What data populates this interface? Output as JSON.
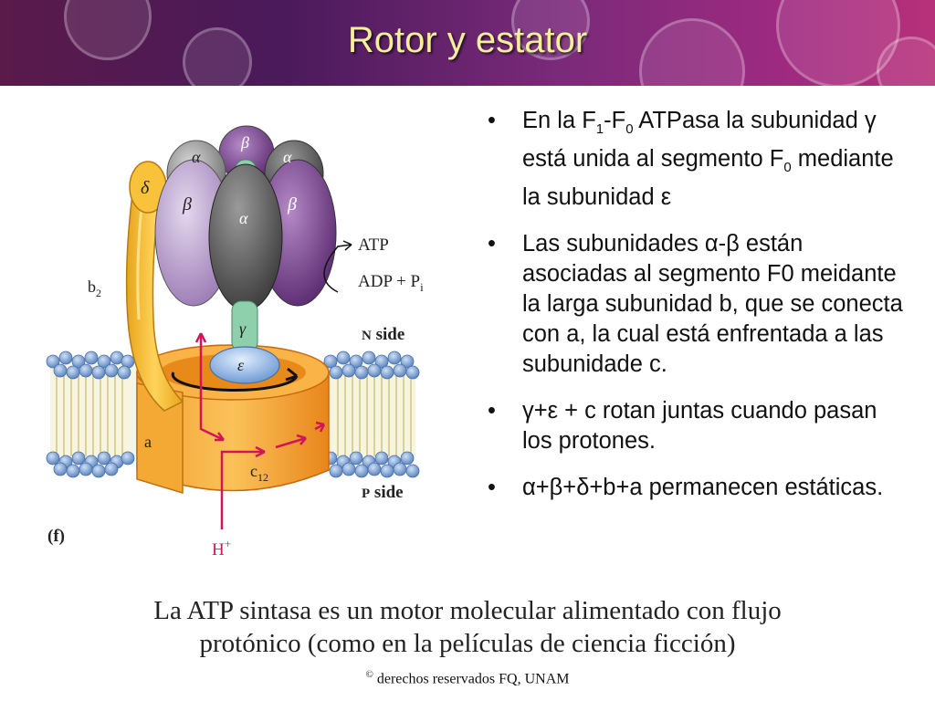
{
  "title": "Rotor y estator",
  "bullets": [
    {
      "parts": [
        {
          "t": "En la F"
        },
        {
          "sub": "1"
        },
        {
          "t": "-F"
        },
        {
          "sub": "0"
        },
        {
          "t": " ATPasa la subunidad γ está unida al segmento F"
        },
        {
          "sub": "0"
        },
        {
          "t": " mediante la subunidad ε"
        }
      ]
    },
    {
      "parts": [
        {
          "t": "Las subunidades  α-β están asociadas al segmento F0 meidante la larga subunidad b, que se conecta con a, la cual está enfrentada a las subunidade c."
        }
      ]
    },
    {
      "parts": [
        {
          "t": "γ+ε + c rotan juntas cuando pasan los protones."
        }
      ]
    },
    {
      "parts": [
        {
          "t": "α+β+δ+b+a permanecen estáticas."
        }
      ]
    }
  ],
  "bullet_glyph": "•",
  "caption_line1": "La ATP sintasa es un motor molecular alimentado con flujo",
  "caption_line2": "protónico (como en la películas de ciencia ficción)",
  "copyright_symbol": "©",
  "copyright_text": " derechos reservados FQ, UNAM",
  "figure": {
    "label_alpha": "α",
    "label_beta": "β",
    "label_delta": "δ",
    "label_gamma": "γ",
    "label_epsilon": "ε",
    "label_b": "b",
    "label_b_sub": "2",
    "label_a": "a",
    "label_c": "c",
    "label_c_sub": "12",
    "label_atp": "ATP",
    "label_adp": "ADP + P",
    "label_adp_sub": "i",
    "label_n_side_bold": "N",
    "label_n_side": " side",
    "label_p_side_bold": "P",
    "label_p_side": " side",
    "label_f": "(f)",
    "label_h": "H",
    "label_h_sup": "+"
  },
  "colors": {
    "title": "#f4ef9a",
    "header_dark": "#4a1a5a",
    "header_pink": "#b8307a",
    "stator_yellow": "#f5b82a",
    "rotor_orange": "#f7941d",
    "alpha_grey": "#9a9a9a",
    "beta_lilac": "#b9a2cc",
    "beta_purple": "#7b4a8e",
    "gamma_green": "#7fc8a0",
    "epsilon_blue": "#8fb6e8",
    "proton_red": "#d4145a"
  }
}
